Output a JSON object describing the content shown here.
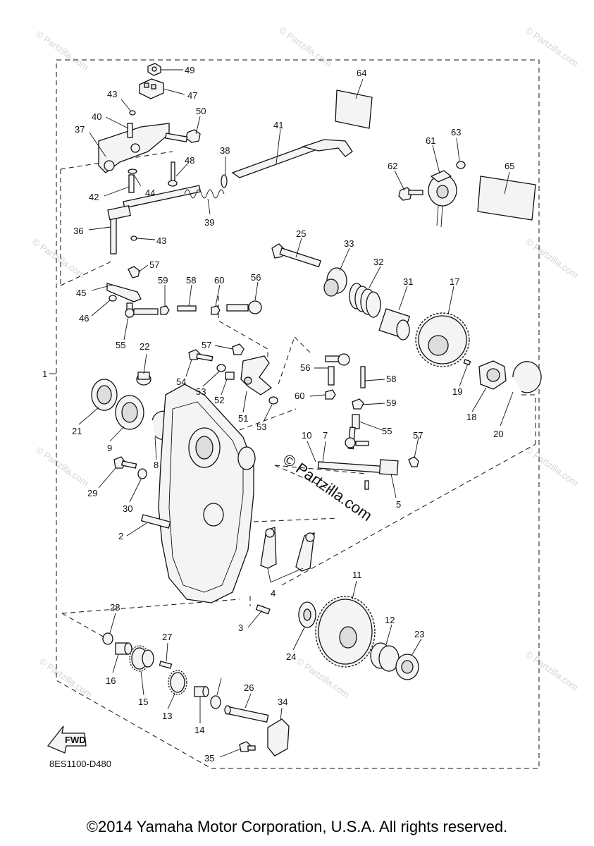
{
  "diagram": {
    "code": "8ES1100-D480",
    "fwd_label": "FWD",
    "watermark": "© Partzilla.com",
    "watermark_center": "© Partzilla.com",
    "parts": [
      {
        "no": "1",
        "icon": "assembly-bracket"
      },
      {
        "no": "2",
        "icon": "case-cover"
      },
      {
        "no": "3",
        "icon": "pin"
      },
      {
        "no": "4",
        "icon": "link-arm"
      },
      {
        "no": "5",
        "icon": "shaft"
      },
      {
        "no": "7",
        "icon": "pin"
      },
      {
        "no": "8",
        "icon": "circlip"
      },
      {
        "no": "9",
        "icon": "bearing"
      },
      {
        "no": "10",
        "icon": "shaft"
      },
      {
        "no": "11",
        "icon": "gear"
      },
      {
        "no": "12",
        "icon": "needle-bearing"
      },
      {
        "no": "13",
        "icon": "gear"
      },
      {
        "no": "14",
        "icon": "collar"
      },
      {
        "no": "15",
        "icon": "gear"
      },
      {
        "no": "16",
        "icon": "collar"
      },
      {
        "no": "17",
        "icon": "gear"
      },
      {
        "no": "18",
        "icon": "nut"
      },
      {
        "no": "19",
        "icon": "pin"
      },
      {
        "no": "20",
        "icon": "circlip"
      },
      {
        "no": "21",
        "icon": "oil-seal"
      },
      {
        "no": "22",
        "icon": "grommet"
      },
      {
        "no": "23",
        "icon": "oil-seal"
      },
      {
        "no": "24",
        "icon": "washer"
      },
      {
        "no": "25",
        "icon": "bolt"
      },
      {
        "no": "26",
        "icon": "shaft"
      },
      {
        "no": "27",
        "icon": "spring"
      },
      {
        "no": "28",
        "icon": "washer"
      },
      {
        "no": "29",
        "icon": "bolt"
      },
      {
        "no": "30",
        "icon": "washer"
      },
      {
        "no": "31",
        "icon": "spline-shaft"
      },
      {
        "no": "32",
        "icon": "spring"
      },
      {
        "no": "33",
        "icon": "collar"
      },
      {
        "no": "34",
        "icon": "plate"
      },
      {
        "no": "35",
        "icon": "bolt"
      },
      {
        "no": "36",
        "icon": "lever"
      },
      {
        "no": "37",
        "icon": "bracket"
      },
      {
        "no": "38",
        "icon": "washer"
      },
      {
        "no": "39",
        "icon": "spring"
      },
      {
        "no": "40",
        "icon": "pin"
      },
      {
        "no": "41",
        "icon": "shift-rod"
      },
      {
        "no": "42",
        "icon": "pin"
      },
      {
        "no": "43",
        "icon": "clip"
      },
      {
        "no": "44",
        "icon": "washer"
      },
      {
        "no": "45",
        "icon": "lever"
      },
      {
        "no": "46",
        "icon": "washer"
      },
      {
        "no": "47",
        "icon": "switch"
      },
      {
        "no": "48",
        "icon": "screw"
      },
      {
        "no": "49",
        "icon": "nut"
      },
      {
        "no": "50",
        "icon": "bolt"
      },
      {
        "no": "51",
        "icon": "lever"
      },
      {
        "no": "52",
        "icon": "collar"
      },
      {
        "no": "53",
        "icon": "washer"
      },
      {
        "no": "54",
        "icon": "bolt"
      },
      {
        "no": "55",
        "icon": "ball-joint"
      },
      {
        "no": "56",
        "icon": "ball-joint"
      },
      {
        "no": "57",
        "icon": "nut"
      },
      {
        "no": "58",
        "icon": "stud"
      },
      {
        "no": "59",
        "icon": "nut"
      },
      {
        "no": "60",
        "icon": "nut"
      },
      {
        "no": "61",
        "icon": "sensor"
      },
      {
        "no": "62",
        "icon": "bolt"
      },
      {
        "no": "63",
        "icon": "washer"
      },
      {
        "no": "64",
        "icon": "label"
      },
      {
        "no": "65",
        "icon": "label"
      }
    ]
  },
  "footer": {
    "copyright": "©2014 Yamaha Motor Corporation, U.S.A. All rights reserved."
  }
}
